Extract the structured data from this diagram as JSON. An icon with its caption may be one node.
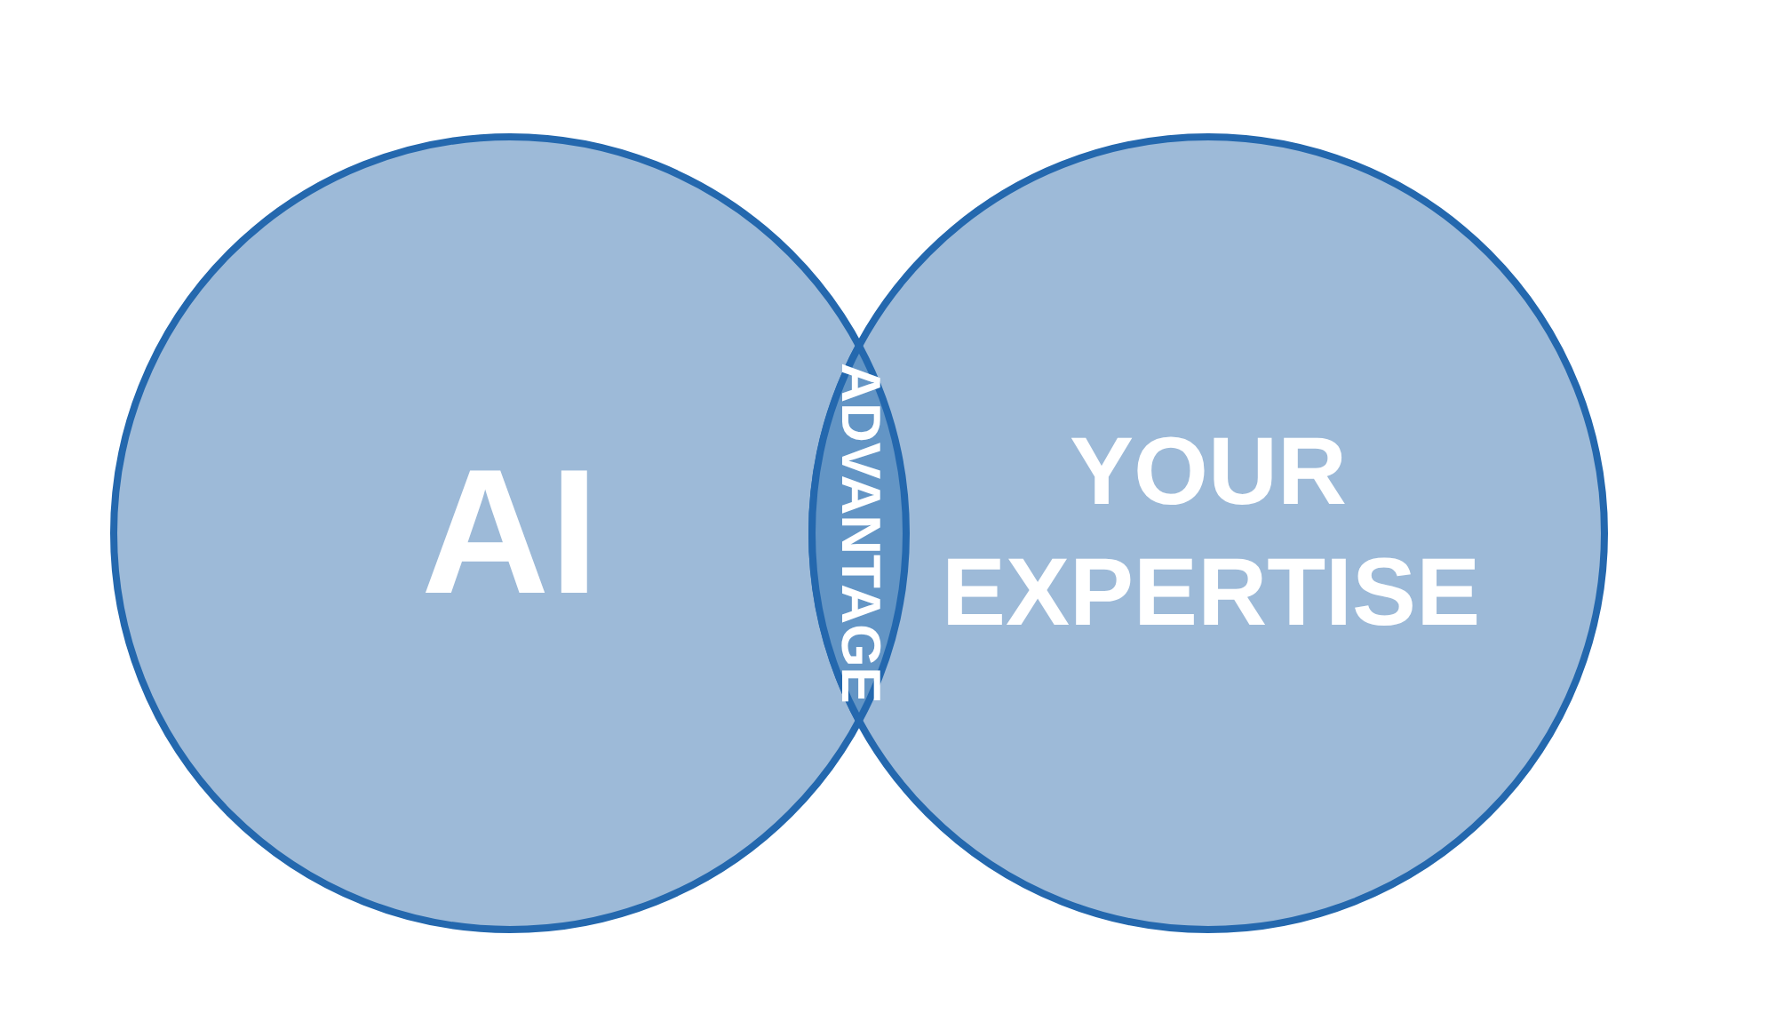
{
  "diagram": {
    "nodes": [
      {
        "text": [
          "AI"
        ]
      },
      {
        "text": [
          "YOUR EXPERTISE"
        ]
      },
      {
        "text": [
          "ADVANTAGE"
        ]
      }
    ]
  }
}
